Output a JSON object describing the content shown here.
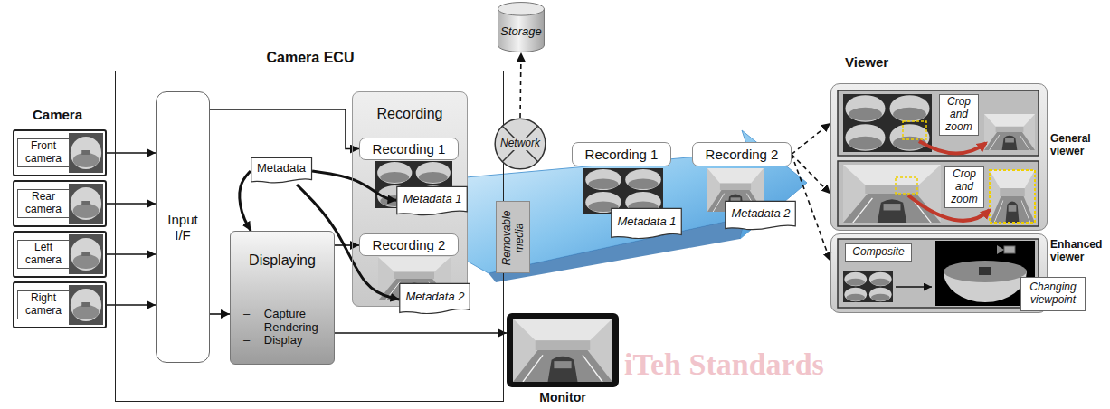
{
  "diagram": {
    "nodes": [
      {
        "text": [
          "Front camera"
        ]
      },
      {
        "text": [
          "Rear camera"
        ]
      },
      {
        "text": [
          "Left camera"
        ]
      },
      {
        "text": [
          "Right camera"
        ]
      },
      {
        "text": [
          "Camera ECU"
        ]
      },
      {
        "text": [
          "Input I/F"
        ],
        "in": 4
      },
      {
        "text": [
          "Metadata"
        ],
        "in": 4
      },
      {
        "text": [
          "Recording"
        ],
        "in": 4
      },
      {
        "text": [
          "Recording 1"
        ],
        "in": 7
      },
      {
        "text": [
          "Metadata 1"
        ],
        "in": 7
      },
      {
        "text": [
          "Recording 2"
        ],
        "in": 7
      },
      {
        "text": [
          "Metadata 2"
        ],
        "in": 7
      },
      {
        "text": [
          "Displaying",
          "– Capture – Rendering – Display"
        ],
        "in": 4
      },
      {
        "text": [
          "Storage"
        ]
      },
      {
        "text": [
          "Network"
        ]
      },
      {
        "text": [
          "Removable media"
        ]
      },
      {
        "text": [
          "Recording 1"
        ]
      },
      {
        "text": [
          "Metadata 1"
        ]
      },
      {
        "text": [
          "Recording 2"
        ]
      },
      {
        "text": [
          "Metadata 2"
        ]
      },
      {
        "text": [
          "Monitor"
        ]
      },
      {
        "text": [
          "General viewer"
        ]
      },
      {
        "text": [
          "Crop and zoom"
        ],
        "in": 21
      },
      {
        "text": [
          "Crop and zoom"
        ],
        "in": 21
      },
      {
        "text": [
          "Enhanced viewer"
        ]
      },
      {
        "text": [
          "Composite"
        ],
        "in": 24
      },
      {
        "text": [
          "Changing viewpoint"
        ],
        "in": 24
      }
    ],
    "edges": [
      {
        "from": 0,
        "to": 5,
        "arrow": "to"
      },
      {
        "from": 1,
        "to": 5,
        "arrow": "to"
      },
      {
        "from": 2,
        "to": 5,
        "arrow": "to"
      },
      {
        "from": 3,
        "to": 5,
        "arrow": "to"
      },
      {
        "from": 5,
        "to": 8,
        "arrow": "to"
      },
      {
        "from": 5,
        "to": 12,
        "arrow": "to"
      },
      {
        "from": 6,
        "to": 12,
        "arrow": "to"
      },
      {
        "from": 6,
        "to": 9,
        "arrow": "to"
      },
      {
        "from": 6,
        "to": 11,
        "arrow": "to"
      },
      {
        "from": 12,
        "to": 10,
        "arrow": "to"
      },
      {
        "from": 12,
        "to": 20,
        "arrow": "to"
      },
      {
        "from": 14,
        "to": 13,
        "arrow": "to"
      },
      {
        "from": 18,
        "to": 21,
        "arrow": "to"
      },
      {
        "from": 18,
        "to": 21,
        "arrow": "to"
      },
      {
        "from": 18,
        "to": 24,
        "arrow": "to"
      }
    ],
    "labels": [
      "Camera",
      "Viewer",
      "iTeh Standards"
    ]
  }
}
